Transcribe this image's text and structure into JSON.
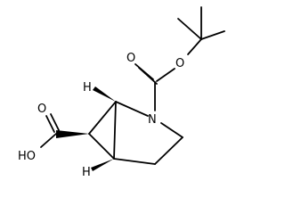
{
  "molecule": {
    "atoms": {
      "hydroxyl_top": "O",
      "ester_oxygen": "O",
      "ring_nitrogen": "N",
      "acid_hydroxyl": "HO",
      "acid_carbonyl_oxygen": "O",
      "hydrogen_top": "H",
      "hydrogen_bottom": "H"
    }
  }
}
